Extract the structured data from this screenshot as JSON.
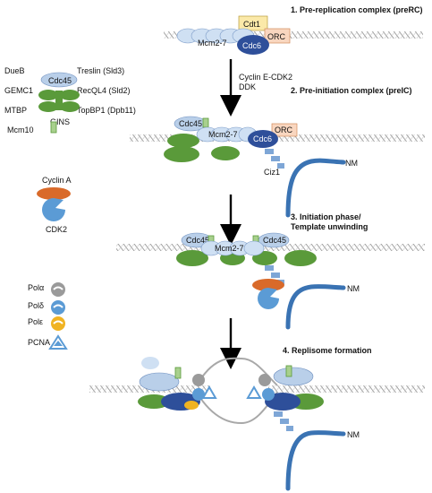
{
  "steps": [
    "1. Pre-replication complex (preRC)",
    "2. Pre-initiation complex (preIC)",
    "3. Initiation phase/",
    "Template unwinding",
    "4. Replisome formation"
  ],
  "proteins": {
    "cdt1": "Cdt1",
    "mcm": "Mcm2-7",
    "orc": "ORC",
    "cdc6": "Cdc6",
    "cdc45": "Cdc45",
    "ciz1": "Ciz1",
    "nm": "NM",
    "cyclin_a": "Cyclin A",
    "cdk2": "CDK2"
  },
  "arrow1_label": [
    "Cyclin E-CDK2",
    "DDK"
  ],
  "legend_factors": {
    "left": [
      "DueB",
      "GEMC1",
      "MTBP"
    ],
    "right": [
      "Treslin (Sld3)",
      "RecQL4 (Sld2)",
      "TopBP1 (Dpb11)"
    ],
    "gins": "GINS",
    "mcm10": "Mcm10"
  },
  "polymerases": [
    "Polα",
    "Polδ",
    "Polε",
    "PCNA"
  ],
  "colors": {
    "mcm_fill": "#cfe0f3",
    "cdc45_fill": "#b9cfe9",
    "cdc6_fill": "#2e4f9a",
    "green": "#5a9a3a",
    "green_light": "#a8d08d",
    "cdt1_fill": "#fbe9a9",
    "orc_fill": "#f9d6bf",
    "cyclin_fill": "#d96a2a",
    "cdk_fill": "#5b9bd5",
    "ciz1_fill": "#7ea6d6",
    "nm_stroke": "#3a73b3",
    "pol_alpha": "#9a9a9a",
    "pol_delta": "#5b9bd5",
    "pol_epsilon": "#f0b323",
    "pcna": "#5b9bd5"
  }
}
